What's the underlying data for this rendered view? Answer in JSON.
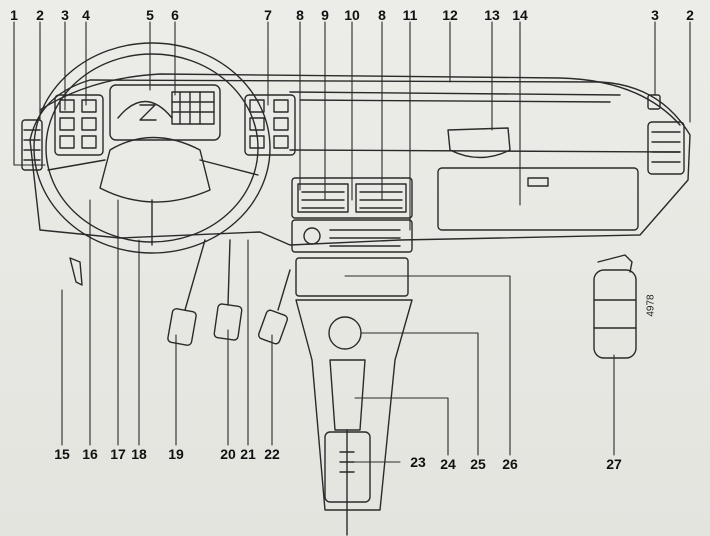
{
  "diagram": {
    "figure_code": "4978",
    "callouts": {
      "c1": "1",
      "c2": "2",
      "c3": "3",
      "c4": "4",
      "c5": "5",
      "c6": "6",
      "c7": "7",
      "c8a": "8",
      "c9": "9",
      "c10": "10",
      "c8b": "8",
      "c11": "11",
      "c12": "12",
      "c13": "13",
      "c14": "14",
      "c3r": "3",
      "c2r": "2",
      "c15": "15",
      "c16": "16",
      "c17": "17",
      "c18": "18",
      "c19": "19",
      "c20": "20",
      "c21": "21",
      "c22": "22",
      "c23": "23",
      "c24": "24",
      "c25": "25",
      "c26": "26",
      "c27": "27"
    },
    "colors": {
      "ink": "#222222",
      "paper": "#e9e9e4"
    }
  }
}
